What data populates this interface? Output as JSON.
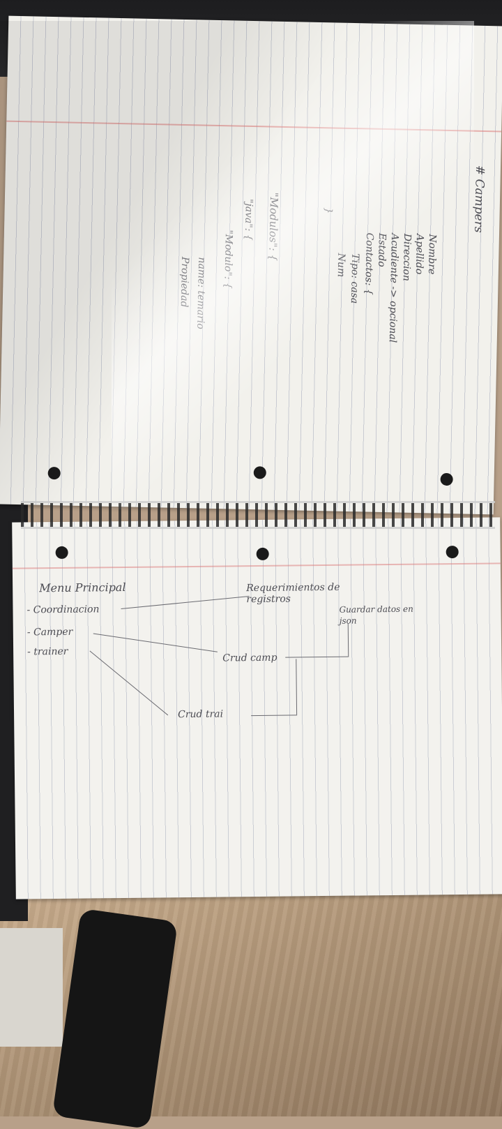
{
  "notebook": {
    "top_page": {
      "heading": "# Campers",
      "lines": [
        "Nombre",
        "Apellido",
        "Direccion",
        "Acudiente -> opcional",
        "Estado",
        "Contactos: {",
        "Tipo: casa",
        "Num",
        "}"
      ],
      "modulos_block": [
        "\"Modulos\": {",
        "\"java\": {",
        "\"Modulo\": {",
        "name: temario",
        "Propiedad"
      ]
    },
    "bottom_page": {
      "menu_title": "Menu Principal",
      "menu_items": [
        "- Coordinacion",
        "- Camper",
        "- trainer"
      ],
      "notes": [
        "Requerimientos de registros",
        "Guardar datos en json",
        "Crud camp",
        "Crud trai"
      ]
    }
  }
}
